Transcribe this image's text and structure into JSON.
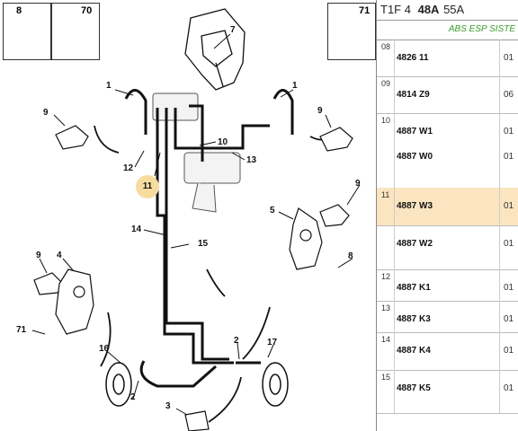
{
  "header": {
    "prefix": "T1F 4",
    "bold": "48A",
    "suffix": "55A"
  },
  "subheader": "ABS ESP SISTE",
  "diagram": {
    "inset_parts": [
      "8",
      "70",
      "71"
    ],
    "callouts": [
      "1",
      "1",
      "9",
      "9",
      "12",
      "10",
      "13",
      "11",
      "7",
      "14",
      "15",
      "9",
      "5",
      "9",
      "4",
      "8",
      "71",
      "2",
      "16",
      "17",
      "2",
      "3"
    ],
    "highlight": "11"
  },
  "rows": [
    {
      "index": "08",
      "items": [
        {
          "code": "4826 11",
          "qty": "01"
        }
      ]
    },
    {
      "index": "09",
      "items": [
        {
          "code": "4814 Z9",
          "qty": "06"
        }
      ]
    },
    {
      "index": "10",
      "items": [
        {
          "code": "4887 W1",
          "qty": "01"
        },
        {
          "code": "4887 W0",
          "qty": "01"
        }
      ]
    },
    {
      "index": "11",
      "items": [
        {
          "code": "4887 W3",
          "qty": "01"
        }
      ],
      "selected": true
    },
    {
      "index": "",
      "items": [
        {
          "code": "4887 W2",
          "qty": "01"
        }
      ]
    },
    {
      "index": "12",
      "items": [
        {
          "code": "4887 K1",
          "qty": "01"
        }
      ]
    },
    {
      "index": "13",
      "items": [
        {
          "code": "4887 K3",
          "qty": "01"
        }
      ]
    },
    {
      "index": "14",
      "items": [
        {
          "code": "4887 K4",
          "qty": "01"
        }
      ]
    },
    {
      "index": "15",
      "items": [
        {
          "code": "4887 K5",
          "qty": "01"
        }
      ]
    }
  ]
}
